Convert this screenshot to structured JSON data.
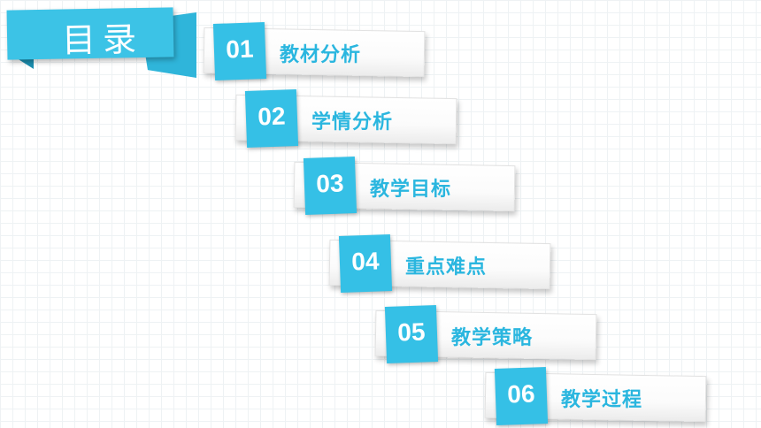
{
  "title": "目录",
  "colors": {
    "accent": "#35c0e6",
    "label_text": "#2ab6df",
    "strip": "#ffffff"
  },
  "items": [
    {
      "number": "01",
      "label": "教材分析"
    },
    {
      "number": "02",
      "label": "学情分析"
    },
    {
      "number": "03",
      "label": "教学目标"
    },
    {
      "number": "04",
      "label": "重点难点"
    },
    {
      "number": "05",
      "label": "教学策略"
    },
    {
      "number": "06",
      "label": "教学过程"
    }
  ]
}
